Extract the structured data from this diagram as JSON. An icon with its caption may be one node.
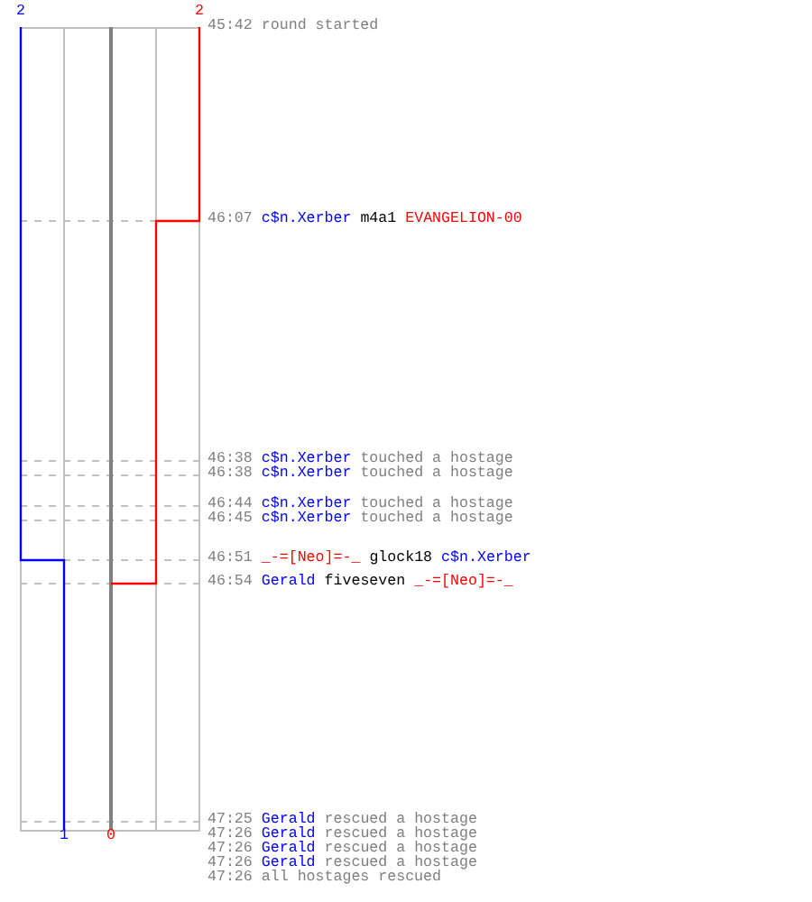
{
  "diagram": {
    "labels": [
      "2",
      "2",
      "45:42",
      "round started",
      "46:07",
      "c$n.Xerber",
      "m4a1",
      "EVANGELION-00",
      "46:38",
      "c$n.Xerber",
      "touched a hostage",
      "46:38",
      "c$n.Xerber",
      "touched a hostage",
      "46:44",
      "c$n.Xerber",
      "touched a hostage",
      "46:45",
      "c$n.Xerber",
      "touched a hostage",
      "46:51",
      "_-=[Neo]=-_",
      "glock18",
      "c$n.Xerber",
      "46:54",
      "Gerald",
      "fiveseven",
      "_-=[Neo]=-_",
      "47:25",
      "Gerald",
      "rescued a hostage",
      "47:26",
      "Gerald",
      "rescued a hostage",
      "47:26",
      "Gerald",
      "rescued a hostage",
      "47:26",
      "Gerald",
      "rescued a hostage",
      "47:26",
      "all hostages rescued",
      "1",
      "0"
    ]
  }
}
